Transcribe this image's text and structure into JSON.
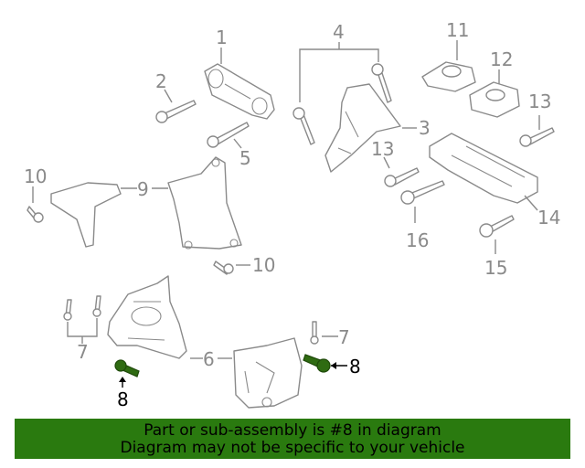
{
  "callouts": {
    "c1": "1",
    "c2": "2",
    "c3": "3",
    "c4": "4",
    "c5": "5",
    "c6": "6",
    "c7a": "7",
    "c7b": "7",
    "c8a": "8",
    "c8b": "8",
    "c9": "9",
    "c10a": "10",
    "c10b": "10",
    "c11": "11",
    "c12": "12",
    "c13a": "13",
    "c13b": "13",
    "c14": "14",
    "c15": "15",
    "c16": "16"
  },
  "banner": {
    "line1": "Part or sub-assembly is #8 in diagram",
    "line2": "Diagram may not be specific to your vehicle"
  },
  "colors": {
    "line": "#8a8a8a",
    "highlight_part": "#2f6b12",
    "banner_bg": "#2a7a0f"
  }
}
